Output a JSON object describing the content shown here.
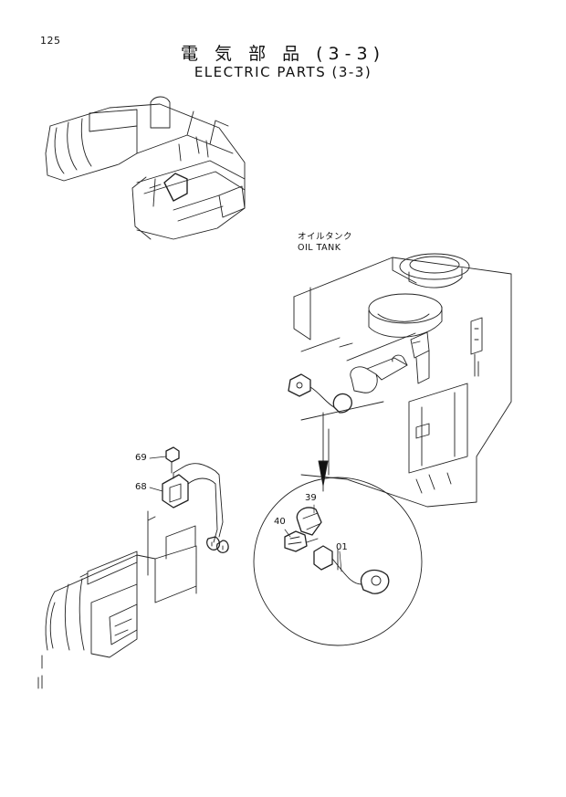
{
  "page": {
    "number": "125"
  },
  "title": {
    "japanese": "電 気 部 品 (3-3)",
    "english": "ELECTRIC PARTS (3-3)"
  },
  "location_label": {
    "japanese": "オイルタンク",
    "english": "OIL TANK"
  },
  "callouts": {
    "c69": "69",
    "c68": "68",
    "c39": "39",
    "c40": "40",
    "c01": "01"
  }
}
